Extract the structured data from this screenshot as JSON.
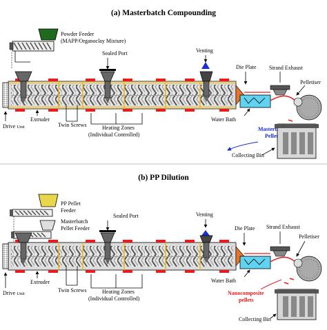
{
  "panel_a": {
    "title": "(a) Masterbatch Compounding",
    "powder_feeder": "Powder Feeder",
    "powder_feeder_sub": "(MAPP/Organoclay Mixture)",
    "sealed_port": "Sealed Port",
    "venting": "Venting",
    "strand_exhaust": "Strand Exhaust",
    "die_plate": "Die Plate",
    "pelletiser": "Pelletiser",
    "drive_unit": "Drive",
    "drive_unit_small": "Unit",
    "extruder": "Extruder",
    "twin_screws": "Twin Screws",
    "heating_zones": "Heating Zones",
    "heating_zones_sub": "(Individual Controlled)",
    "water_bath": "Water Bath",
    "pellets_line1": "Masterbatch",
    "pellets_line2": "Pellets",
    "collecting_bin": "Collecting Bin"
  },
  "panel_b": {
    "title": "(b) PP Dilution",
    "pp_feeder_line1": "PP Pellet",
    "pp_feeder_line2": "Feeder",
    "mb_feeder_line1": "Masterbatch",
    "mb_feeder_line2": "Pellet Feeder",
    "sealed_port": "Sealed Port",
    "venting": "Venting",
    "strand_exhaust": "Strand Exhaust",
    "die_plate": "Die Plate",
    "pelletiser": "Pelletiser",
    "drive_unit": "Drive",
    "drive_unit_small": "Unit",
    "extruder": "Extruder",
    "twin_screws": "Twin Screws",
    "heating_zones": "Heating Zones",
    "heating_zones_sub": "(Individual Controlled)",
    "water_bath": "Water Bath",
    "pellets_line1": "Nanocomposite",
    "pellets_line2": "pellets",
    "collecting_bin": "Collecting Bin"
  },
  "colors": {
    "barrel": "#dcdcdc",
    "heater": "#e81c1c",
    "zone_divider": "#f2b705",
    "water": "#5fd3f0",
    "feeder_green": "#1e6b1e",
    "feeder_yellow": "#e9d64a",
    "label_red": "#e81c1c",
    "label_blue": "#1a2fd0"
  }
}
